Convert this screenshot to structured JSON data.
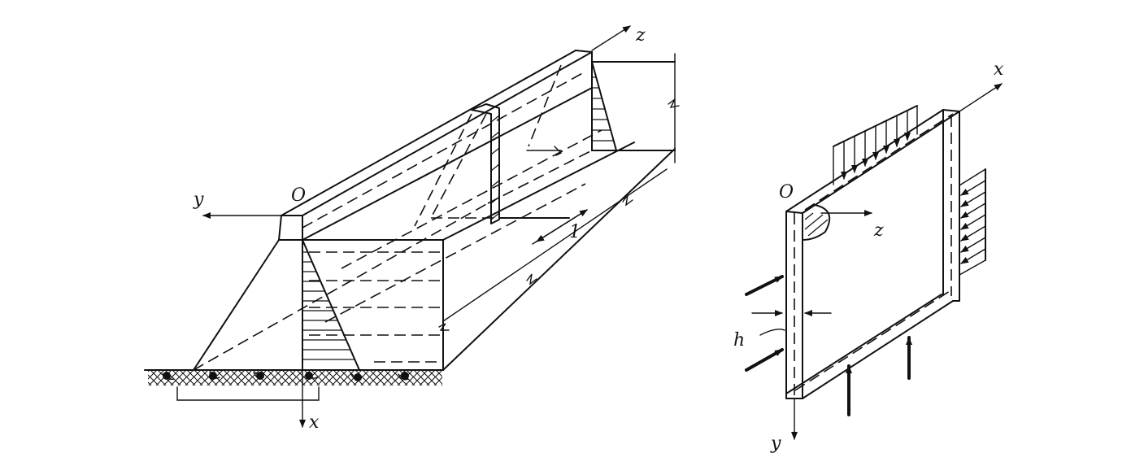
{
  "left_figure": {
    "axis_z": "z",
    "axis_y": "y",
    "axis_x": "x",
    "origin": "O",
    "unit_length": "1"
  },
  "right_figure": {
    "axis_x": "x",
    "axis_z": "z",
    "axis_y": "y",
    "origin": "O",
    "thickness": "h"
  }
}
